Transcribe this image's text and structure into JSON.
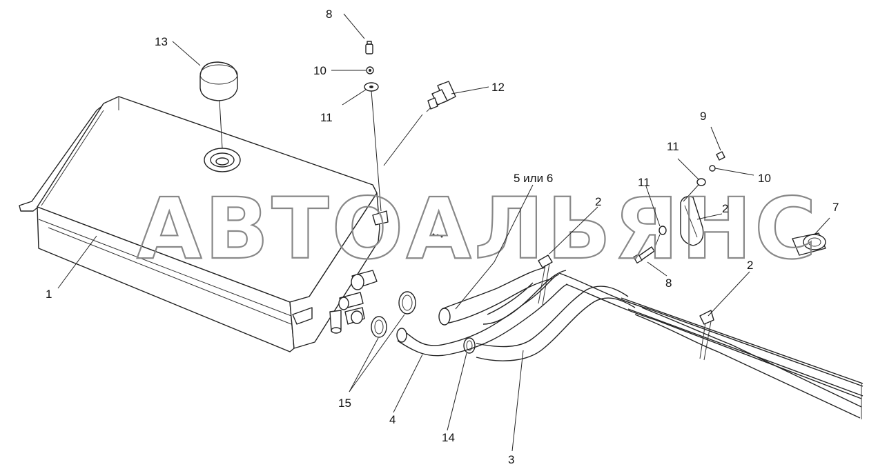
{
  "diagram": {
    "watermark": "АВТОАЛЬЯНС",
    "callouts": {
      "c1": "1",
      "c2a": "2",
      "c2b": "2",
      "c2c": "2",
      "c3": "3",
      "c4": "4",
      "c5": "5 или 6",
      "c7": "7",
      "c8a": "8",
      "c8b": "8",
      "c9": "9",
      "c10a": "10",
      "c10b": "10",
      "c11a": "11",
      "c11b": "11",
      "c11c": "11",
      "c12": "12",
      "c13": "13",
      "c14": "14",
      "c15": "15"
    }
  }
}
